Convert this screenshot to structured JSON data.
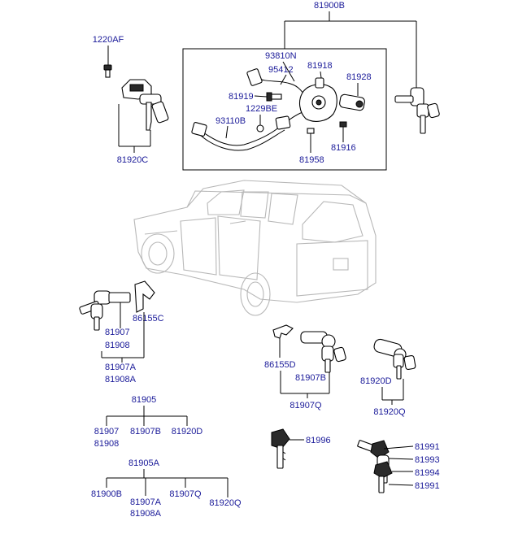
{
  "diagram": {
    "colors": {
      "label": "#1a1a99",
      "line": "#000000",
      "vehicle_outline": "#b8b8b8"
    },
    "labels": {
      "top_assembly": "81900B",
      "bolt_1220af": "1220AF",
      "wire_93810n": "93810N",
      "part_95412": "95412",
      "part_81918": "81918",
      "part_81928": "81928",
      "screw_81919": "81919",
      "part_1229be": "1229BE",
      "wire_93110b": "93110B",
      "part_81916": "81916",
      "part_81958": "81958",
      "lock_81920c": "81920C",
      "door_cyl_81907": "81907",
      "door_cyl_81908": "81908",
      "clip_86155c": "86155C",
      "door_81907a": "81907A",
      "door_81908a": "81908A",
      "clip_86155d": "86155D",
      "cyl_81907b": "81907B",
      "assy_81907q": "81907Q",
      "tail_81920d": "81920D",
      "assy_81920q": "81920Q",
      "key_81996": "81996",
      "keys_81991_top": "81991",
      "keys_81993": "81993",
      "keys_81994": "81994",
      "keys_81991_bottom": "81991"
    },
    "tree_81905": {
      "root": "81905",
      "children": [
        "81907",
        "81908",
        "81907B",
        "81920D"
      ]
    },
    "tree_81905a": {
      "root": "81905A",
      "children": [
        "81900B",
        "81907A",
        "81908A",
        "81907Q",
        "81920Q"
      ]
    }
  }
}
